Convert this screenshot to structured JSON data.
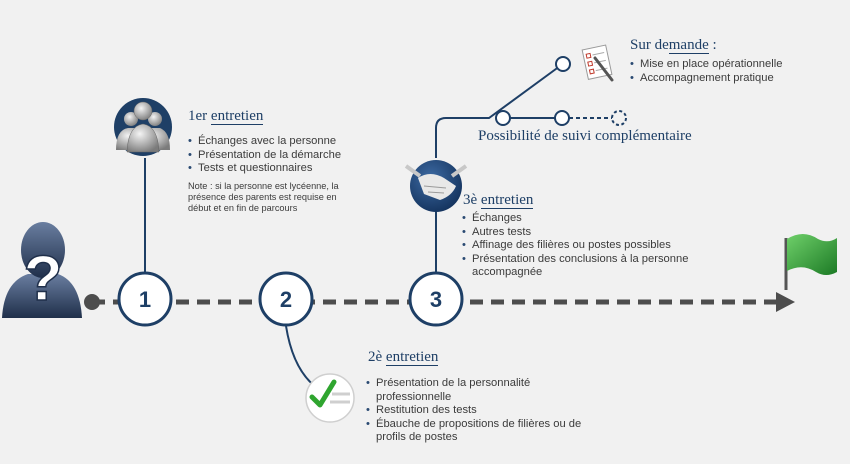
{
  "steps": [
    "1",
    "2",
    "3"
  ],
  "entretien1": {
    "heading_pre": "1er ",
    "heading_ul": "entretien",
    "items": [
      "Échanges avec la personne",
      "Présentation de la démarche",
      "Tests et questionnaires"
    ],
    "note": "Note : si la personne est lycéenne, la présence des parents est requise en début et en fin de parcours"
  },
  "entretien2": {
    "heading_pre": "2è ",
    "heading_ul": "entretien",
    "items": [
      "Présentation de la personnalité professionnelle",
      "Restitution des tests",
      "Ébauche de propositions de filières ou de profils de postes"
    ]
  },
  "entretien3": {
    "heading_pre": "3è ",
    "heading_ul": "entretien",
    "items": [
      "Échanges",
      "Autres tests",
      "Affinage des filières ou postes possibles",
      "Présentation des conclusions à la personne accompagnée"
    ]
  },
  "demande": {
    "heading_pre": "Sur de",
    "heading_ul": "mande",
    "heading_post": " :",
    "items": [
      "Mise en place opérationnelle",
      "Accompagnement pratique"
    ]
  },
  "suivi": {
    "label": "Possibilité de suivi complémentaire"
  },
  "icons": [
    "question-person-icon",
    "group-people-icon",
    "checkmark-icon",
    "handshake-icon",
    "checklist-pen-icon",
    "green-flag-icon"
  ],
  "colors": {
    "line": "#4d4d4d",
    "accent": "#1e3f66",
    "check": "#2fa52f",
    "flag": "#2c9a35"
  }
}
